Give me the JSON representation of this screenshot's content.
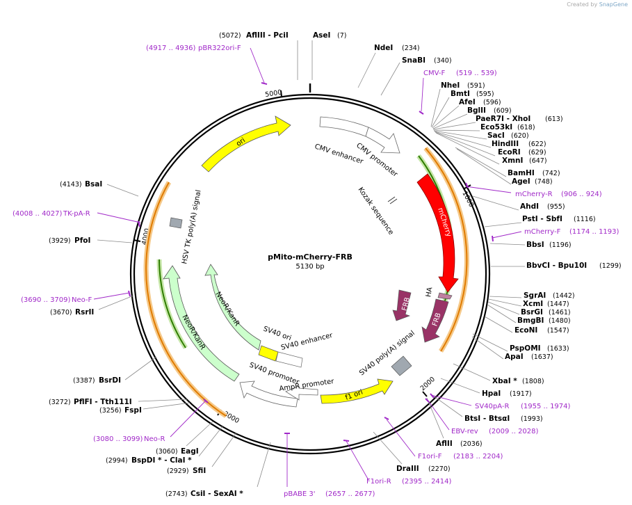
{
  "watermark": {
    "prefix": "Created by",
    "brand": "SnapGene"
  },
  "plasmid": {
    "name": "pMito-mCherry-FRB",
    "size": "5130 bp"
  },
  "ticks": [
    "1000",
    "2000",
    "3000",
    "4000",
    "5000"
  ],
  "sites": [
    {
      "name": "AflIII  - PciI",
      "pos": "(5072)"
    },
    {
      "name": "AseI",
      "pos": "(7)"
    },
    {
      "name": "NdeI",
      "pos": "(234)"
    },
    {
      "name": "SnaBI",
      "pos": "(340)"
    },
    {
      "name": "NheI",
      "pos": "(591)"
    },
    {
      "name": "BmtI",
      "pos": "(595)"
    },
    {
      "name": "AfeI",
      "pos": "(596)"
    },
    {
      "name": "BglII",
      "pos": "(609)"
    },
    {
      "name": "PaeR7I  - XhoI",
      "pos": "(613)"
    },
    {
      "name": "Eco53kI",
      "pos": "(618)"
    },
    {
      "name": "SacI",
      "pos": "(620)"
    },
    {
      "name": "HindIII",
      "pos": "(622)"
    },
    {
      "name": "EcoRI",
      "pos": "(629)"
    },
    {
      "name": "XmnI",
      "pos": "(647)"
    },
    {
      "name": "BamHI",
      "pos": "(742)"
    },
    {
      "name": "AgeI",
      "pos": "(748)"
    },
    {
      "name": "AhdI",
      "pos": "(955)"
    },
    {
      "name": "PstI  - SbfI",
      "pos": "(1116)"
    },
    {
      "name": "BbsI",
      "pos": "(1196)"
    },
    {
      "name": "BbvCI  - Bpu10I",
      "pos": "(1299)"
    },
    {
      "name": "SgrAI",
      "pos": "(1442)"
    },
    {
      "name": "XcmI",
      "pos": "(1447)"
    },
    {
      "name": "BsrGI",
      "pos": "(1461)"
    },
    {
      "name": "BmgBI",
      "pos": "(1480)"
    },
    {
      "name": "EcoNI",
      "pos": "(1547)"
    },
    {
      "name": "PspOMI",
      "pos": "(1633)"
    },
    {
      "name": "ApaI",
      "pos": "(1637)"
    },
    {
      "name": "XbaI *",
      "pos": "(1808)"
    },
    {
      "name": "HpaI",
      "pos": "(1917)"
    },
    {
      "name": "BtsI  - BtsαI",
      "pos": "(1993)"
    },
    {
      "name": "AflII",
      "pos": "(2036)"
    },
    {
      "name": "DraIII",
      "pos": "(2270)"
    },
    {
      "name": "CsiI  - SexAI *",
      "pos": "(2743)"
    },
    {
      "name": "SfiI",
      "pos": "(2929)"
    },
    {
      "name": "BspDI *  - ClaI *",
      "pos": "(2994)"
    },
    {
      "name": "EagI",
      "pos": "(3060)"
    },
    {
      "name": "FspI",
      "pos": "(3256)"
    },
    {
      "name": "PflFI  - Tth111I",
      "pos": "(3272)"
    },
    {
      "name": "BsrDI",
      "pos": "(3387)"
    },
    {
      "name": "RsrII",
      "pos": "(3670)"
    },
    {
      "name": "PfoI",
      "pos": "(3929)"
    },
    {
      "name": "BsaI",
      "pos": "(4143)"
    }
  ],
  "primers": [
    {
      "name": "pBR322ori-F",
      "pos": "(4917 .. 4936)"
    },
    {
      "name": "CMV-F",
      "pos": "(519 .. 539)"
    },
    {
      "name": "mCherry-R",
      "pos": "(906 .. 924)"
    },
    {
      "name": "mCherry-F",
      "pos": "(1174 .. 1193)"
    },
    {
      "name": "SV40pA-R",
      "pos": "(1955 .. 1974)"
    },
    {
      "name": "EBV-rev",
      "pos": "(2009 .. 2028)"
    },
    {
      "name": "F1ori-F",
      "pos": "(2183 .. 2204)"
    },
    {
      "name": "F1ori-R",
      "pos": "(2395 .. 2414)"
    },
    {
      "name": "pBABE 3'",
      "pos": "(2657 .. 2677)"
    },
    {
      "name": "Neo-R",
      "pos": "(3080 .. 3099)"
    },
    {
      "name": "Neo-F",
      "pos": "(3690 .. 3709)"
    },
    {
      "name": "TK-pA-R",
      "pos": "(4008 .. 4027)"
    }
  ],
  "features": {
    "ori": "ori",
    "cmv_enhancer": "CMV enhancer",
    "cmv_promoter": "CMV promoter",
    "kozak": "Kozak sequence",
    "mcherry": "mCherry",
    "ha": "HA",
    "frb1": "FRB",
    "frb2": "FRB",
    "sv40_polya": "SV40 poly(A) signal",
    "f1_ori": "f1 ori",
    "ampr_promoter": "AmpR promoter",
    "sv40_promoter": "SV40 promoter",
    "sv40_ori": "SV40 ori",
    "sv40_enhancer": "SV40 enhancer",
    "neor1": "NeoR/KanR",
    "neor2": "NeoR/KanR",
    "hsv_tk": "HSV TK poly(A) signal"
  },
  "colors": {
    "backbone": "#000000",
    "ori": "#ffff00",
    "mcherry": "#ff0000",
    "frb": "#993366",
    "ha": "#c080a0",
    "neor": "#ccffcc",
    "orf_orange": "#e07b00",
    "orf_green": "#2e7d00",
    "primer": "#a028c8",
    "gray_box": "#a0a8b0"
  }
}
